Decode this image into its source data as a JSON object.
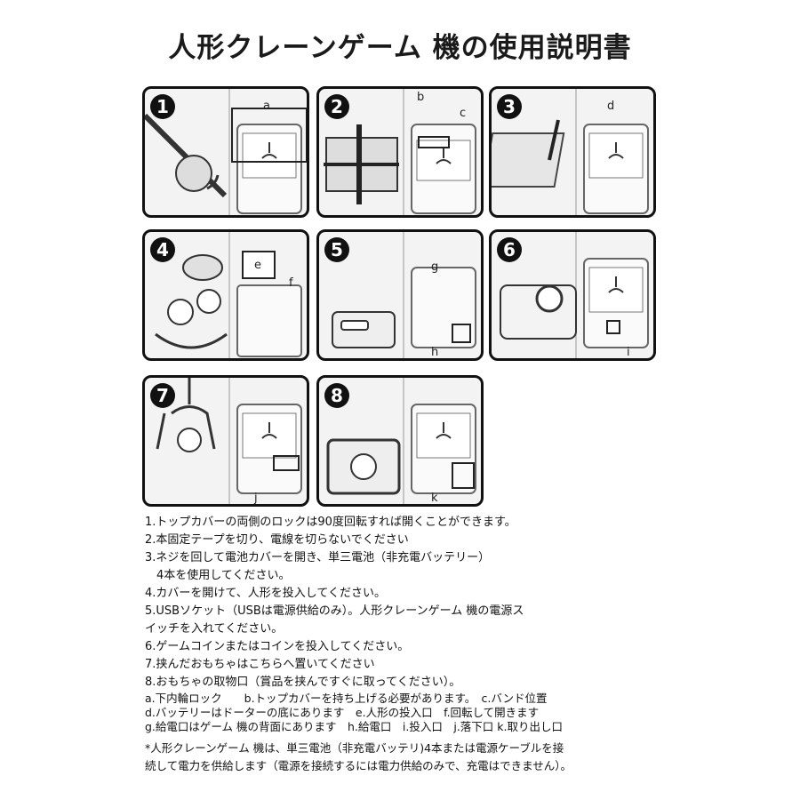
{
  "title": "人形クレーンゲーム 機の使用説明書",
  "panels": [
    {
      "num": "1",
      "labels": [
        "a"
      ]
    },
    {
      "num": "2",
      "labels": [
        "b",
        "c"
      ]
    },
    {
      "num": "3",
      "labels": [
        "d"
      ]
    },
    {
      "num": "4",
      "labels": [
        "e",
        "f"
      ]
    },
    {
      "num": "5",
      "labels": [
        "g",
        "h"
      ]
    },
    {
      "num": "6",
      "labels": [
        "i"
      ]
    },
    {
      "num": "7",
      "labels": [
        "j"
      ]
    },
    {
      "num": "8",
      "labels": [
        "k"
      ]
    }
  ],
  "instructions": [
    "1.トップカバーの両側のロックは90度回転すれば開くことができます。",
    "2.本固定テープを切り、電線を切らないでください",
    "3.ネジを回して電池カバーを開き、単三電池（非充電バッテリー）",
    "　4本を使用してください。",
    "4.カバーを開けて、人形を投入してください。",
    "5.USBソケット（USBは電源供給のみ）。人形クレーンゲーム 機の電源ス",
    "イッチを入れてください。",
    "6.ゲームコインまたはコインを投入してください。",
    "7.挟んだおもちゃはこちらへ置いてください",
    "8.おもちゃの取物口（賞品を挟んですぐに取ってください）。"
  ],
  "legend": [
    "a.下内輪ロック　　b.トップカバーを持ち上げる必要があります。　c.バンド位置",
    "d.バッテリーはドーターの底にあります　e.人形の投入口　f.回転して開きます",
    "g.給電口はゲーム 機の背面にあります　h.給電口　i.投入口　j.落下口 k.取り出し口"
  ],
  "note": [
    "*人形クレーンゲーム 機は、単三電池（非充電バッテリ)4本または電源ケーブルを接",
    "続して電力を供給します（電源を接続するには電力供給のみで、充電はできません）。"
  ]
}
